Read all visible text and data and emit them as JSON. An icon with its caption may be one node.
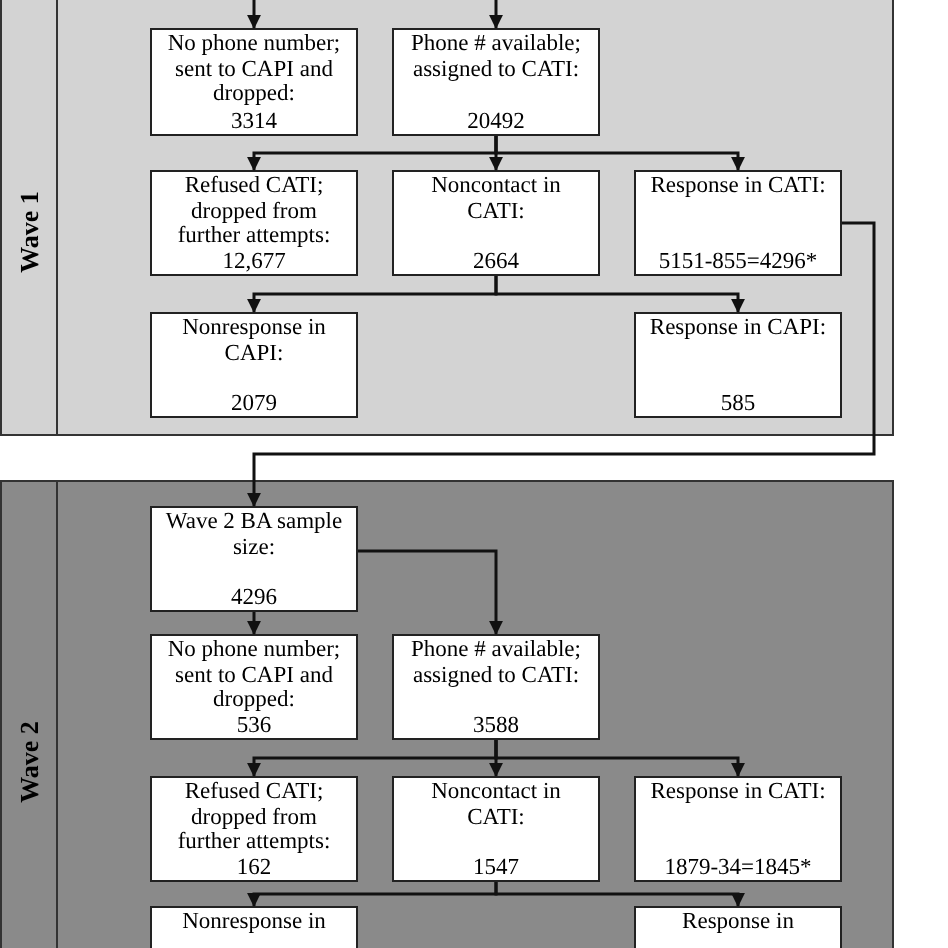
{
  "diagram": {
    "nodes": [
      {
        "text": [
          "Wave 1"
        ]
      },
      {
        "text": [
          "No phone number; sent to CAPI and dropped:",
          "3314"
        ],
        "in": 0
      },
      {
        "text": [
          "Phone # available; assigned to CATI:",
          "20492"
        ],
        "in": 0
      },
      {
        "text": [
          "Refused CATI; dropped from further attempts:",
          "12,677"
        ],
        "in": 0
      },
      {
        "text": [
          "Noncontact in CATI:",
          "2664"
        ],
        "in": 0
      },
      {
        "text": [
          "Response in CATI:",
          "5151-855=4296*"
        ],
        "in": 0
      },
      {
        "text": [
          "Nonresponse in CAPI:",
          "2079"
        ],
        "in": 0
      },
      {
        "text": [
          "Response in CAPI:",
          "585"
        ],
        "in": 0
      },
      {
        "text": [
          "Wave 2"
        ]
      },
      {
        "text": [
          "Wave 2 BA sample size:",
          "4296"
        ],
        "in": 8
      },
      {
        "text": [
          "No phone number; sent to CAPI and dropped:",
          "536"
        ],
        "in": 8
      },
      {
        "text": [
          "Phone # available; assigned to CATI:",
          "3588"
        ],
        "in": 8
      },
      {
        "text": [
          "Refused CATI; dropped from further attempts:",
          "162"
        ],
        "in": 8
      },
      {
        "text": [
          "Noncontact in CATI:",
          "1547"
        ],
        "in": 8
      },
      {
        "text": [
          "Response in CATI:",
          "1879-34=1845*"
        ],
        "in": 8
      },
      {
        "text": [
          "Nonresponse in"
        ],
        "in": 8
      },
      {
        "text": [
          "Response in"
        ],
        "in": 8
      }
    ],
    "edges": [
      {
        "from": null,
        "to": 1,
        "arrow": "to"
      },
      {
        "from": null,
        "to": 2,
        "arrow": "to"
      },
      {
        "from": 2,
        "to": 3,
        "arrow": "to"
      },
      {
        "from": 2,
        "to": 4,
        "arrow": "to"
      },
      {
        "from": 2,
        "to": 5,
        "arrow": "to"
      },
      {
        "from": 4,
        "to": 6,
        "arrow": "to"
      },
      {
        "from": 4,
        "to": 7,
        "arrow": "to"
      },
      {
        "from": 5,
        "to": 9,
        "arrow": "to"
      },
      {
        "from": 9,
        "to": 10,
        "arrow": "to"
      },
      {
        "from": 9,
        "to": 11,
        "arrow": "to"
      },
      {
        "from": 11,
        "to": 12,
        "arrow": "to"
      },
      {
        "from": 11,
        "to": 13,
        "arrow": "to"
      },
      {
        "from": 11,
        "to": 14,
        "arrow": "to"
      },
      {
        "from": 13,
        "to": 15,
        "arrow": "to"
      },
      {
        "from": 13,
        "to": 16,
        "arrow": "to"
      }
    ]
  }
}
